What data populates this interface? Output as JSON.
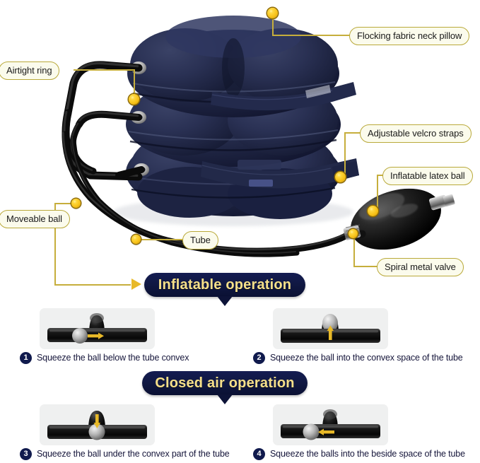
{
  "product": {
    "name": "inflatable-cervical-neck-traction-device",
    "pillow_color": "#22294a",
    "tube_color": "#141414",
    "pump_color": "#161616"
  },
  "colors": {
    "callout_fill": "#fbfbec",
    "callout_border": "#b9a93a",
    "leader_line": "#c6ae3c",
    "marker_dot": "#f6bf14",
    "banner_navy": "#101842",
    "banner_text": "#f6e08a",
    "step_badge": "#101a4d",
    "step_text": "#15153a",
    "panel_bg": "#eff0f0",
    "arrow_gold": "#e8b928"
  },
  "callouts": [
    {
      "id": "flocking-fabric-neck-pillow",
      "label": "Flocking fabric neck pillow"
    },
    {
      "id": "airtight-ring",
      "label": "Airtight ring"
    },
    {
      "id": "adjustable-velcro-straps",
      "label": "Adjustable velcro straps"
    },
    {
      "id": "inflatable-latex-ball",
      "label": "Inflatable latex ball"
    },
    {
      "id": "moveable-ball",
      "label": "Moveable ball"
    },
    {
      "id": "tube",
      "label": "Tube"
    },
    {
      "id": "spiral-metal-valve",
      "label": "Spiral metal valve"
    }
  ],
  "banners": {
    "inflatable": "Inflatable operation",
    "closed_air": "Closed air operation"
  },
  "steps": [
    {
      "number": "1",
      "text": "Squeeze the ball below the tube convex",
      "arrow": "right"
    },
    {
      "number": "2",
      "text": "Squeeze the ball into the convex space of the tube",
      "arrow": "up"
    },
    {
      "number": "3",
      "text": "Squeeze the ball under the convex part of the tube",
      "arrow": "down"
    },
    {
      "number": "4",
      "text": "Squeeze the balls into the beside space of the tube",
      "arrow": "left"
    }
  ]
}
